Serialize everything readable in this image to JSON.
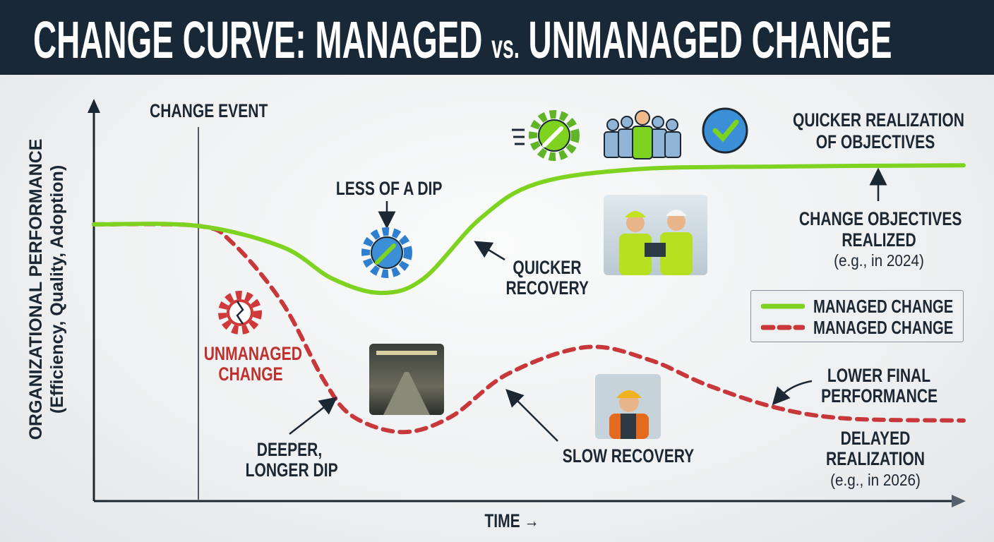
{
  "header": {
    "title_part1": "CHANGE CURVE: MANAGED ",
    "title_vs": "vs.",
    "title_part2": " UNMANAGED CHANGE"
  },
  "axes": {
    "y_label_line1": "ORGANIZATIONAL PERFORMANCE",
    "y_label_line2": "(Efficiency, Quality, Adoption)",
    "x_label": "TIME →"
  },
  "annotations": {
    "change_event": "CHANGE EVENT",
    "less_dip": "LESS OF A DIP",
    "quicker_recovery_1": "QUICKER",
    "quicker_recovery_2": "RECOVERY",
    "quicker_realization_1": "QUICKER REALIZATION",
    "quicker_realization_2": "OF OBJECTIVES",
    "objectives_realized_1": "CHANGE OBJECTIVES",
    "objectives_realized_2": "REALIZED",
    "objectives_realized_date": "(e.g., in 2024)",
    "unmanaged_1": "UNMANAGED",
    "unmanaged_2": "CHANGE",
    "deeper_dip_1": "DEEPER,",
    "deeper_dip_2": "LONGER DIP",
    "slow_recovery": "SLOW RECOVERY",
    "lower_final_1": "LOWER FINAL",
    "lower_final_2": "PERFORMANCE",
    "delayed_1": "DELAYED",
    "delayed_2": "REALIZATION",
    "delayed_date": "(e.g., in 2026)"
  },
  "legend": {
    "items": [
      "MANAGED CHANGE",
      "MANAGED CHANGE"
    ]
  },
  "colors": {
    "header": "#182836",
    "managed": "#7ed321",
    "unmanaged": "#c8383a",
    "text": "#1b2733",
    "accent_red": "#c0302c"
  },
  "chart_data": {
    "type": "line",
    "title": "CHANGE CURVE: MANAGED vs. UNMANAGED CHANGE",
    "xlabel": "TIME",
    "ylabel": "ORGANIZATIONAL PERFORMANCE (Efficiency, Quality, Adoption)",
    "xlim": [
      0,
      100
    ],
    "ylim": [
      0,
      100
    ],
    "grid": false,
    "legend_position": "right",
    "change_event_x": 12,
    "series": [
      {
        "name": "MANAGED CHANGE",
        "style": "solid",
        "color": "#7ed321",
        "x": [
          0,
          12,
          21.7,
          27.4,
          33,
          37.9,
          44.4,
          50.9,
          62.3,
          78.5,
          100
        ],
        "y": [
          69.4,
          69.0,
          63.7,
          55.8,
          52.2,
          55.8,
          70.8,
          79.6,
          83.2,
          83.9,
          84.2
        ]
      },
      {
        "name": "MANAGED CHANGE",
        "style": "dashed",
        "color": "#c8383a",
        "x": [
          0,
          12,
          16,
          21.7,
          26.5,
          29.8,
          35.5,
          41.1,
          47.6,
          56.6,
          63.9,
          70.4,
          78.5,
          86.6,
          100
        ],
        "y": [
          69.4,
          69.0,
          64.6,
          49.6,
          30.1,
          21.2,
          17.3,
          21.2,
          31.9,
          38.6,
          35.4,
          29.2,
          23.4,
          20.7,
          20.2
        ]
      }
    ]
  }
}
